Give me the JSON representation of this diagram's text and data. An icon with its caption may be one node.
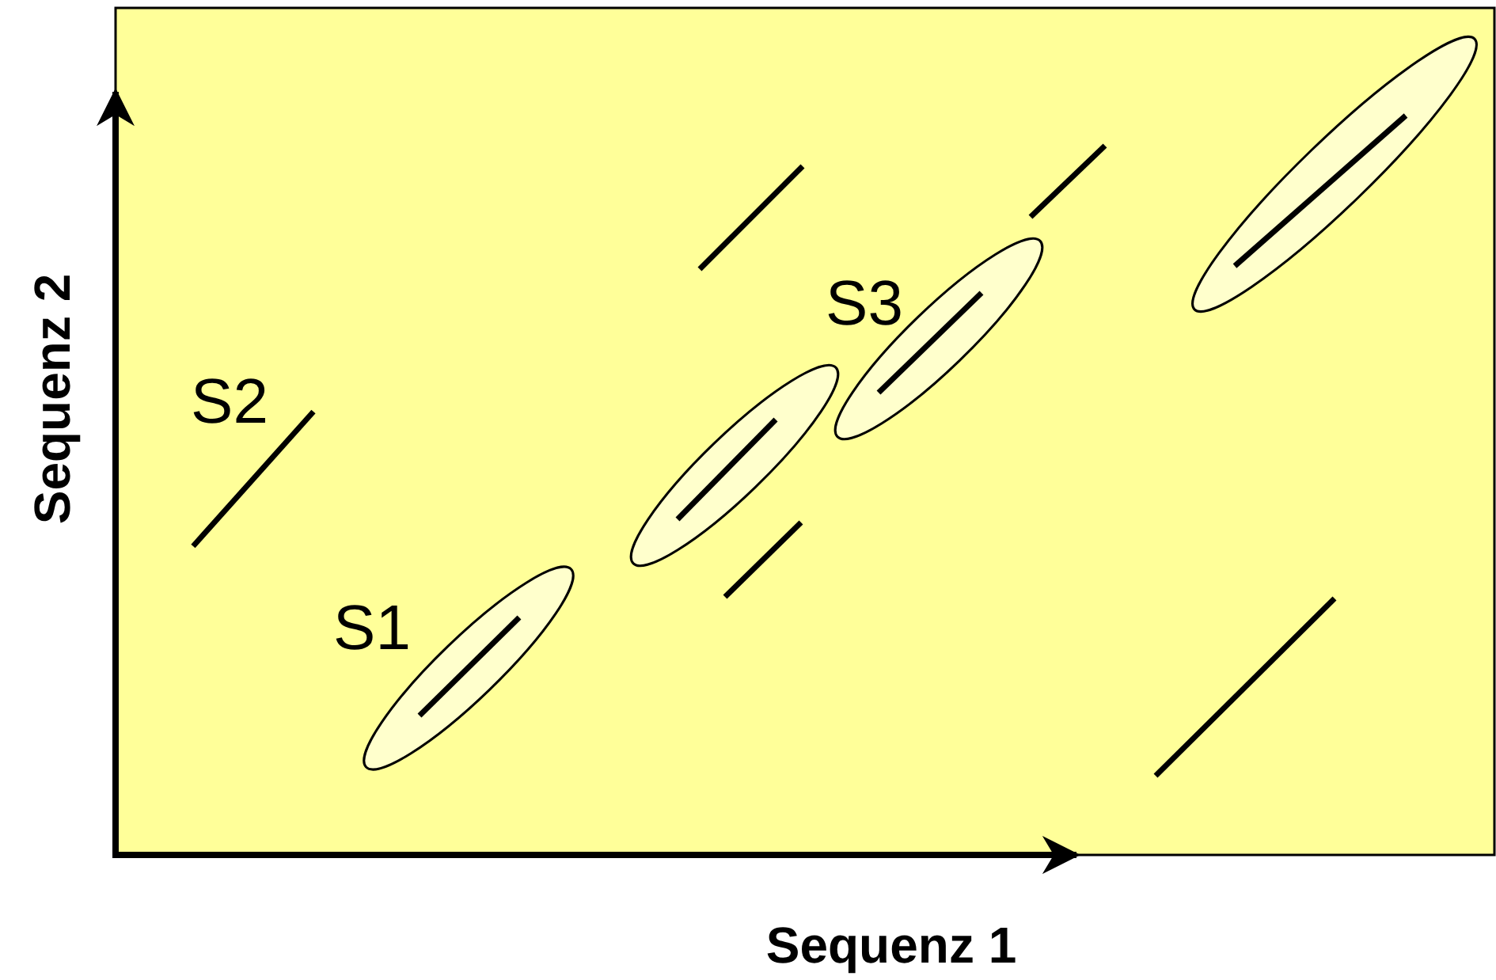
{
  "diagram": {
    "labels": [
      "Sequenz 2",
      "S3",
      "S2",
      "S1",
      "Sequenz 1"
    ]
  }
}
